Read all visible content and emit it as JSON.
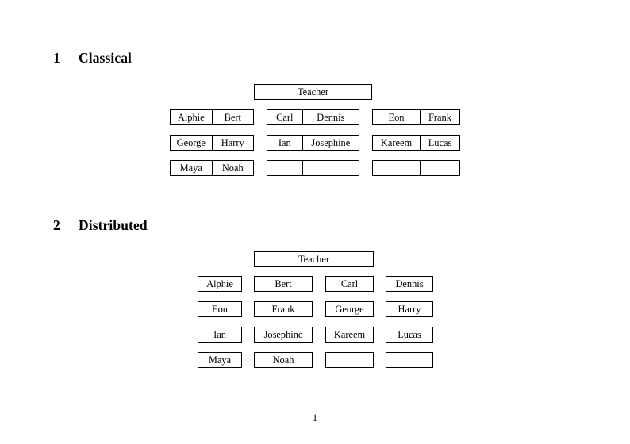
{
  "document": {
    "page_number": "1"
  },
  "sections": [
    {
      "number": "1",
      "title": "Classical",
      "teacher_label": "Teacher",
      "layout": "grouped-pairs",
      "groups": [
        {
          "name": "left-group",
          "rows": [
            {
              "left": "Alphie",
              "right": "Bert"
            },
            {
              "left": "George",
              "right": "Harry"
            },
            {
              "left": "Maya",
              "right": "Noah"
            }
          ]
        },
        {
          "name": "middle-group",
          "rows": [
            {
              "left": "Carl",
              "right": "Dennis"
            },
            {
              "left": "Ian",
              "right": "Josephine"
            },
            {
              "left": "",
              "right": ""
            }
          ]
        },
        {
          "name": "right-group",
          "rows": [
            {
              "left": "Eon",
              "right": "Frank"
            },
            {
              "left": "Kareem",
              "right": "Lucas"
            },
            {
              "left": "",
              "right": ""
            }
          ]
        }
      ]
    },
    {
      "number": "2",
      "title": "Distributed",
      "teacher_label": "Teacher",
      "layout": "individual-boxes",
      "rows": [
        [
          "Alphie",
          "Bert",
          "Carl",
          "Dennis"
        ],
        [
          "Eon",
          "Frank",
          "George",
          "Harry"
        ],
        [
          "Ian",
          "Josephine",
          "Kareem",
          "Lucas"
        ],
        [
          "Maya",
          "Noah",
          "",
          ""
        ]
      ]
    }
  ]
}
